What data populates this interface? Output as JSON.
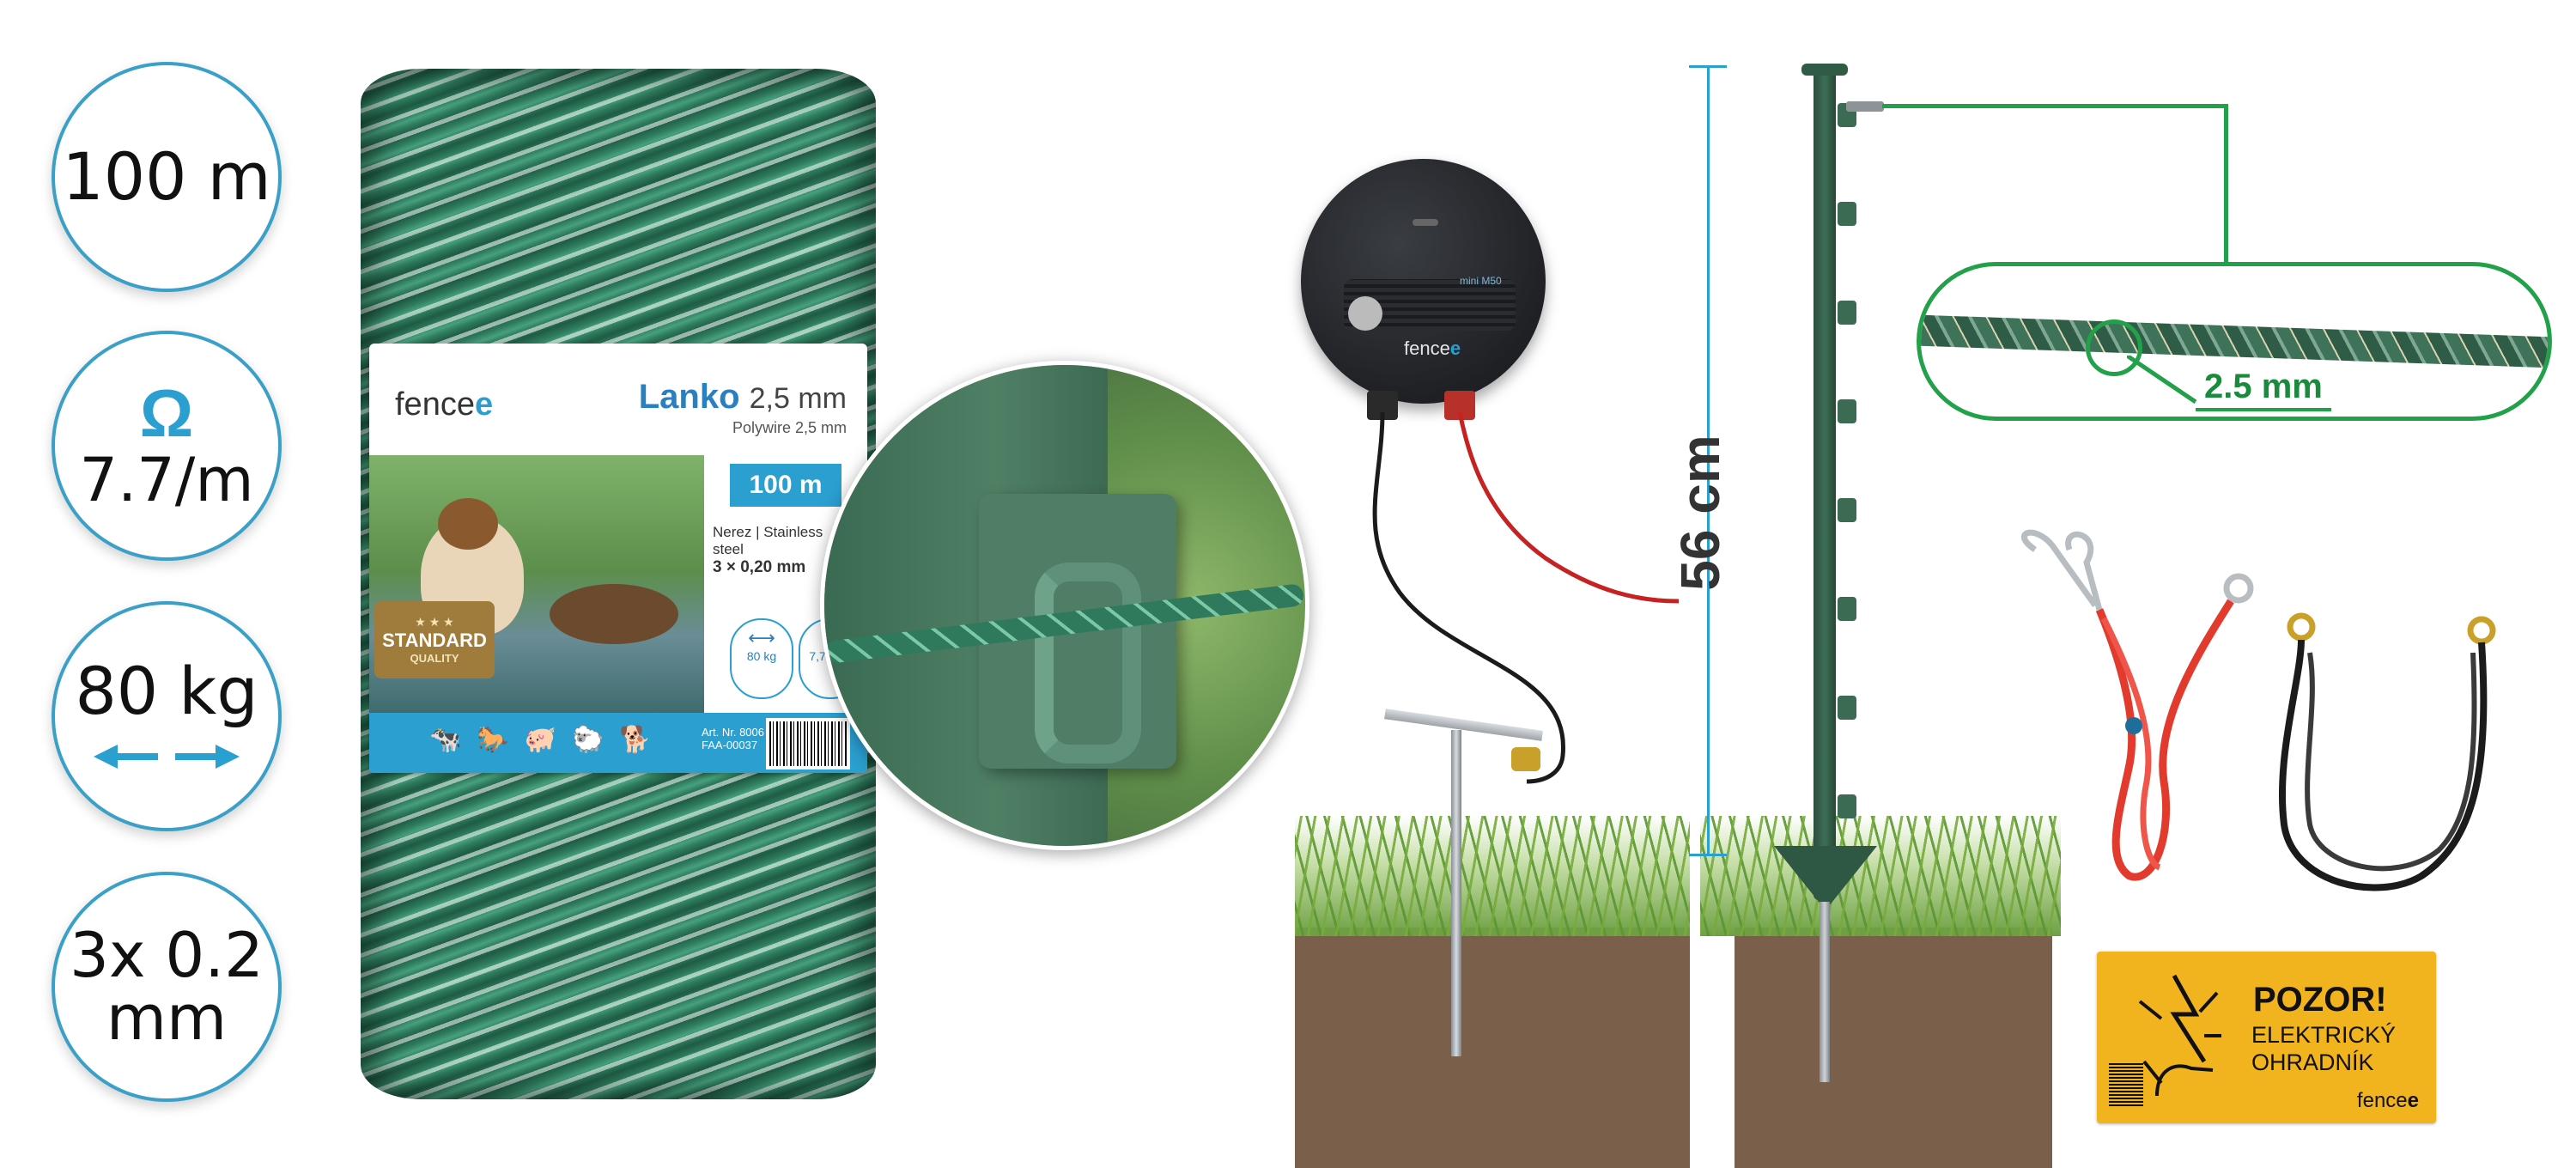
{
  "specs": {
    "length": "100 m",
    "resistance_symbol": "Ω",
    "resistance_value": "7.7/m",
    "strength": "80 kg",
    "strand_top": "3x 0.2",
    "strand_bottom": "mm"
  },
  "spool_label": {
    "brand": "fence",
    "brand_mark": "e",
    "product_name": "Lanko",
    "product_size": "2,5 mm",
    "product_sub": "Polywire 2,5 mm",
    "length_badge": "100 m",
    "material": "Nerez | Stainless steel",
    "strand": "3 × 0,20 mm",
    "strength_mini": "80 kg",
    "resistance_mini": "7,7 Ω/m",
    "quality_badge": "STANDARD",
    "quality_sub": "QUALITY",
    "article": "Art. Nr. 8006",
    "code": "FAA-00037"
  },
  "energizer": {
    "brand": "fence",
    "brand_mark": "e",
    "model": "mini M50"
  },
  "measurement": {
    "post_height": "56 cm"
  },
  "wire_detail": {
    "diameter": "2.5 mm"
  },
  "warning_sign": {
    "title": "POZOR!",
    "line1": "ELEKTRICKÝ",
    "line2": "OHRADNÍK",
    "brand": "fence",
    "brand_mark": "e"
  },
  "colors": {
    "accent_blue": "#2aa0d0",
    "detail_green": "#22a04a",
    "wire_green": "#2e7c5d",
    "sign_yellow": "#f2b41e",
    "cable_red": "#e23b2e",
    "cable_black": "#1b1b1b"
  }
}
